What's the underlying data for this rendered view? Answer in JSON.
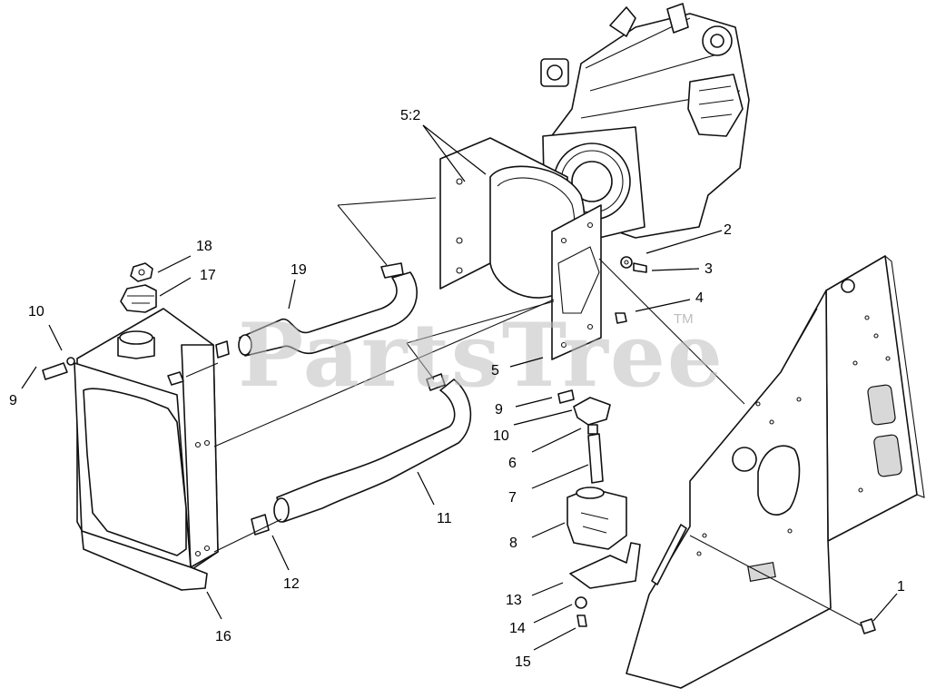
{
  "watermark": {
    "text": "PartsTree",
    "mark": "TM"
  },
  "callouts": {
    "c5_2": "5:2",
    "c2": "2",
    "c3": "3",
    "c4": "4",
    "c5": "5",
    "c18": "18",
    "c17": "17",
    "c19": "19",
    "c10a": "10",
    "c9a": "9",
    "c9b": "9",
    "c10b": "10",
    "c6": "6",
    "c7": "7",
    "c8": "8",
    "c11": "11",
    "c12": "12",
    "c16": "16",
    "c13": "13",
    "c14": "14",
    "c15": "15",
    "c1": "1"
  }
}
